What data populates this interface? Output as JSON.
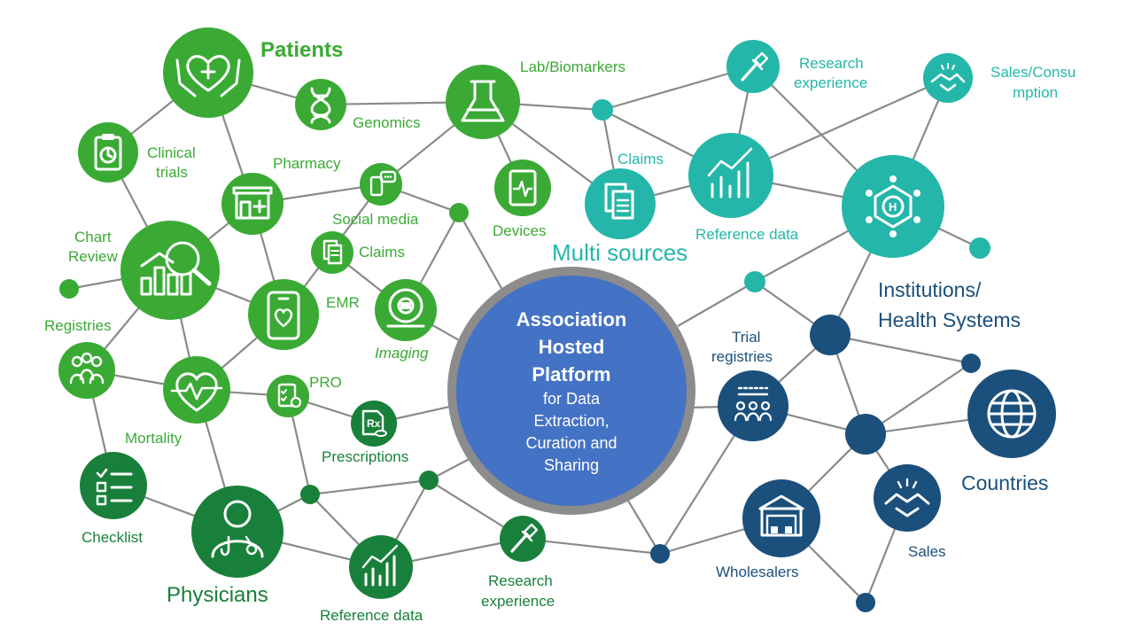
{
  "center": {
    "lines": [
      "Association",
      "Hosted",
      "Platform"
    ],
    "sublines": [
      "for Data",
      "Extraction,",
      "Curation and",
      "Sharing"
    ]
  },
  "colors": {
    "bright_green": "#3aaa35",
    "dark_green": "#18803a",
    "teal": "#24b7a9",
    "navy": "#1b4f7c",
    "center_fill": "#4472c4",
    "center_ring": "#8c8c8c",
    "edge": "#8a8a8a"
  },
  "labels": {
    "patients": "Patients",
    "genomics": "Genomics",
    "lab": "Lab/Biomarkers",
    "research_top": [
      "Research",
      "experience"
    ],
    "sales_consumption": [
      "Sales/Consu",
      "mption"
    ],
    "clinical_trials": [
      "Clinical",
      "trials"
    ],
    "pharmacy": "Pharmacy",
    "social_media": "Social media",
    "devices": "Devices",
    "claims_teal": "Claims",
    "reference_data_teal": "Reference data",
    "multi_sources": "Multi sources",
    "chart_review": [
      "Chart",
      "Review"
    ],
    "claims_green": "Claims",
    "emr": "EMR",
    "imaging": "Imaging",
    "registries": "Registries",
    "pro": "PRO",
    "mortality": "Mortality",
    "prescriptions": "Prescriptions",
    "checklist": "Checklist",
    "physicians": "Physicians",
    "reference_data_green": "Reference data",
    "research_bottom": [
      "Research",
      "experience"
    ],
    "institutions": [
      "Institutions/",
      "Health Systems"
    ],
    "trial_registries": [
      "Trial",
      "registries"
    ],
    "countries": "Countries",
    "wholesalers": "Wholesalers",
    "sales": "Sales"
  },
  "icons": {
    "patients": "caring-hands-heart-icon",
    "genomics": "dna-icon",
    "lab": "flask-icon",
    "research": "pipette-icon",
    "sales": "handshake-icon",
    "clinical_trials": "clipboard-clock-icon",
    "pharmacy": "pharmacy-icon",
    "social_media": "chat-phone-icon",
    "devices": "tablet-heartbeat-icon",
    "claims": "documents-icon",
    "reference_data": "bar-chart-icon",
    "chart_review": "magnifier-chart-icon",
    "emr": "phone-heart-icon",
    "imaging": "mri-scanner-icon",
    "registries": "group-icon",
    "pro": "checklist-clipboard-icon",
    "mortality": "heart-pulse-icon",
    "prescriptions": "prescription-icon",
    "checklist": "checklist-icon",
    "physicians": "doctor-icon",
    "institutions": "hospital-network-icon",
    "trial_registries": "audience-icon",
    "countries": "globe-icon",
    "wholesalers": "warehouse-icon"
  }
}
